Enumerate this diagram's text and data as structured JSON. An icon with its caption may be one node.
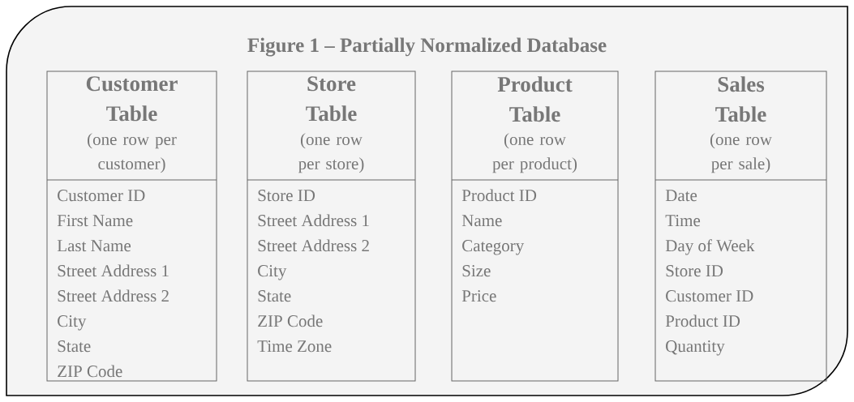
{
  "diagram": {
    "nodes": [
      {
        "text": [
          "Figure 1 – Partially Normalized Database"
        ]
      },
      {
        "text": [
          "Customer Table",
          "(one row per customer)",
          "Customer ID",
          "First Name",
          "Last Name",
          "Street Address 1",
          "Street Address 2",
          "City",
          "State",
          "ZIP Code"
        ],
        "in": 0
      },
      {
        "text": [
          "Store Table",
          "(one row per store)",
          "Store ID",
          "Street Address 1",
          "Street Address 2",
          "City",
          "State",
          "ZIP Code",
          "Time Zone"
        ],
        "in": 0
      },
      {
        "text": [
          "Product Table",
          "(one row per product)",
          "Product ID",
          "Name",
          "Category",
          "Size",
          "Price"
        ],
        "in": 0
      },
      {
        "text": [
          "Sales Table",
          "(one row per sale)",
          "Date",
          "Time",
          "Day of Week",
          "Store ID",
          "Customer ID",
          "Product ID",
          "Quantity"
        ],
        "in": 0
      }
    ]
  }
}
